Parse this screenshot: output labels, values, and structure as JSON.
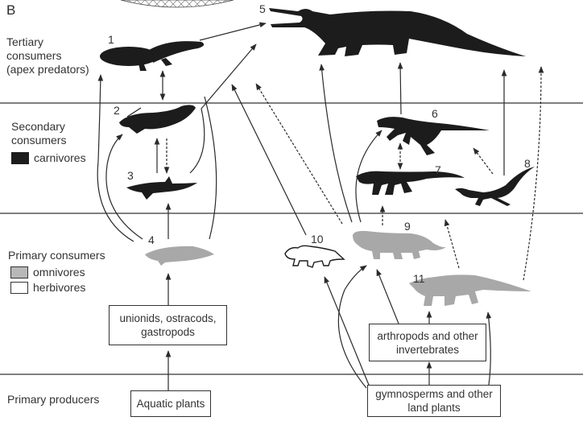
{
  "panel_letter": "B",
  "colors": {
    "carnivore": "#1c1c1c",
    "omnivore": "#a8a8a8",
    "herbivore": "#ffffff",
    "line": "#333333"
  },
  "levels": [
    {
      "id": "tertiary",
      "label_lines": [
        "Tertiary",
        "consumers",
        "(apex predators)"
      ]
    },
    {
      "id": "secondary",
      "label_lines": [
        "Secondary",
        "consumers"
      ],
      "legend": [
        {
          "label": "carnivores",
          "fill": "carnivore"
        }
      ]
    },
    {
      "id": "primary-consumers",
      "label_lines": [
        "Primary consumers"
      ],
      "legend": [
        {
          "label": "omnivores",
          "fill": "omnivore"
        },
        {
          "label": "herbivores",
          "fill": "herbivore"
        }
      ]
    },
    {
      "id": "primary-producers",
      "label_lines": [
        "Primary producers"
      ]
    }
  ],
  "taxa": [
    {
      "number": "1",
      "group": "carnivore",
      "shape": "amphibian"
    },
    {
      "number": "2",
      "group": "carnivore",
      "shape": "lungfish"
    },
    {
      "number": "3",
      "group": "carnivore",
      "shape": "shark"
    },
    {
      "number": "4",
      "group": "omnivore",
      "shape": "fish"
    },
    {
      "number": "5",
      "group": "carnivore",
      "shape": "phytosaur"
    },
    {
      "number": "6",
      "group": "carnivore",
      "shape": "theropod"
    },
    {
      "number": "7",
      "group": "carnivore",
      "shape": "rauisuchian"
    },
    {
      "number": "8",
      "group": "carnivore",
      "shape": "small-reptile"
    },
    {
      "number": "9",
      "group": "omnivore",
      "shape": "cynodont"
    },
    {
      "number": "10",
      "group": "herbivore",
      "shape": "small-cynodont"
    },
    {
      "number": "11",
      "group": "omnivore",
      "shape": "aetosaur"
    }
  ],
  "boxes": {
    "aquatic_invertebrates": [
      "unionids, ostracods,",
      "gastropods"
    ],
    "aquatic_plants": [
      "Aquatic plants"
    ],
    "terrestrial_invertebrates": [
      "arthropods and other",
      "invertebrates"
    ],
    "land_plants": [
      "gymnosperms and other",
      "land plants"
    ]
  },
  "links": [
    {
      "from": "aquatic_plants",
      "to": "aquatic_invertebrates",
      "style": "solid"
    },
    {
      "from": "aquatic_invertebrates",
      "to": "4",
      "style": "solid"
    },
    {
      "from": "4",
      "to": "3",
      "style": "solid"
    },
    {
      "from": "4",
      "to": "2",
      "style": "solid"
    },
    {
      "from": "4",
      "to": "1",
      "style": "solid"
    },
    {
      "from": "3",
      "to": "2",
      "style": "solid"
    },
    {
      "from": "2",
      "to": "3",
      "style": "dashed"
    },
    {
      "from": "2",
      "to": "1",
      "style": "solid",
      "bidirectional": true
    },
    {
      "from": "1",
      "to": "5",
      "style": "solid"
    },
    {
      "from": "2",
      "to": "5",
      "style": "solid"
    },
    {
      "from": "10",
      "to": "5",
      "style": "solid"
    },
    {
      "from": "9",
      "to": "5",
      "style": "dashed"
    },
    {
      "from": "9",
      "to": "5",
      "style": "solid"
    },
    {
      "from": "9",
      "to": "6",
      "style": "solid"
    },
    {
      "from": "9",
      "to": "7",
      "style": "dashed"
    },
    {
      "from": "6",
      "to": "7",
      "style": "dashed",
      "bidirectional": true
    },
    {
      "from": "6",
      "to": "5",
      "style": "solid"
    },
    {
      "from": "8",
      "to": "6",
      "style": "dashed"
    },
    {
      "from": "8",
      "to": "5",
      "style": "solid"
    },
    {
      "from": "11",
      "to": "7",
      "style": "dashed"
    },
    {
      "from": "11",
      "to": "5",
      "style": "dashed"
    },
    {
      "from": "land_plants",
      "to": "10",
      "style": "solid"
    },
    {
      "from": "land_plants",
      "to": "9",
      "style": "solid"
    },
    {
      "from": "land_plants",
      "to": "terrestrial_invertebrates",
      "style": "solid"
    },
    {
      "from": "land_plants",
      "to": "11",
      "style": "solid"
    },
    {
      "from": "terrestrial_invertebrates",
      "to": "9",
      "style": "solid"
    },
    {
      "from": "terrestrial_invertebrates",
      "to": "11",
      "style": "solid"
    }
  ]
}
